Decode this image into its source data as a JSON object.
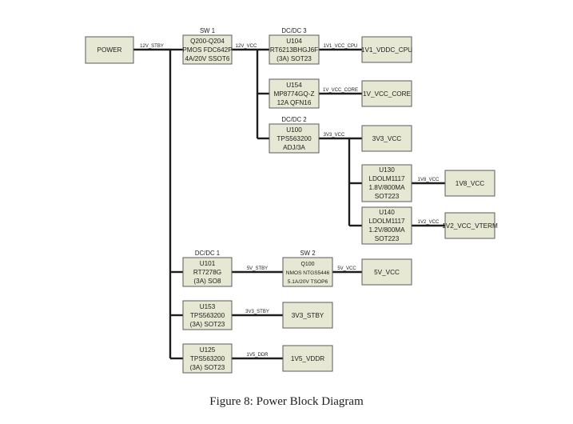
{
  "blocks": {
    "power": [
      "POWER"
    ],
    "sw1": [
      "Q200-Q204",
      "PMOS FDC642P",
      "4A/20V SSOT6"
    ],
    "u104": [
      "U104",
      "RT6213BHGJ6F",
      "(3A) SOT23"
    ],
    "out_1v1": [
      "1V1_VDDC_CPU"
    ],
    "u154": [
      "U154",
      "MP8774GQ-Z",
      "12A QFN16"
    ],
    "out_1v": [
      "1V_VCC_CORE"
    ],
    "u100": [
      "U100",
      "TPS563200",
      "ADJ/3A"
    ],
    "out_3v3": [
      "3V3_VCC"
    ],
    "u130": [
      "U130",
      "LDOLM1117",
      "1.8V/800MA",
      "SOT223"
    ],
    "out_1v8": [
      "1V8_VCC"
    ],
    "u140": [
      "U140",
      "LDOLM1117",
      "1.2V/800MA",
      "SOT223"
    ],
    "out_1v2": [
      "1V2_VCC_VTERM"
    ],
    "u101": [
      "U101",
      "RT7278G",
      "(3A) SO8"
    ],
    "sw2": [
      "Q100",
      "NMOS NTGS5446",
      "5.1A/20V TSOP6"
    ],
    "out_5v": [
      "5V_VCC"
    ],
    "u153": [
      "U153",
      "TPS563200",
      "(3A) SOT23"
    ],
    "out_3v3stby": [
      "3V3_STBY"
    ],
    "u125": [
      "U125",
      "TPS563200",
      "(3A) SOT23"
    ],
    "out_1v5": [
      "1V5_VDDR"
    ]
  },
  "headers": {
    "sw1": "SW 1",
    "dcdc3": "DC/DC 3",
    "dcdc2": "DC/DC 2",
    "dcdc1": "DC/DC 1",
    "sw2": "SW 2"
  },
  "nets": {
    "12v_stby": "12V_STBY",
    "12v_vcc": "12V_VCC",
    "1v1_vcc_cpu": "1V1_VCC_CPU",
    "1v_vcc_core": "1V_VCC_CORE",
    "3v3_vcc": "3V3_VCC",
    "1v8_vcc": "1V8_VCC",
    "1v2_vcc": "1V2_VCC",
    "5v_stby": "5V_STBY",
    "5v_vcc": "5V_VCC",
    "3v3_stby": "3V3_STBY",
    "1v5_ddr": "1V5_DDR"
  },
  "caption": "Figure 8: Power Block Diagram"
}
